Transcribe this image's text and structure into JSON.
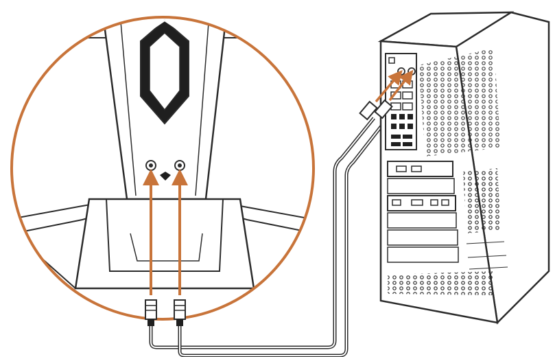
{
  "figure": {
    "description_visible_text": "",
    "colors": {
      "accent": "#c8743a",
      "line": "#2b2b2b",
      "fill_light": "#f2f2f2",
      "fill_dark": "#1f1f1f"
    }
  },
  "callout": {
    "connectors": [
      {
        "id": "left",
        "label": ""
      },
      {
        "id": "right",
        "label": ""
      }
    ]
  },
  "tower": {
    "io_ports": [
      {
        "id": "port-left",
        "label": ""
      },
      {
        "id": "port-right",
        "label": ""
      }
    ]
  },
  "icons": {
    "wifi": "wifi-icon",
    "antenna": "antenna-icon"
  }
}
